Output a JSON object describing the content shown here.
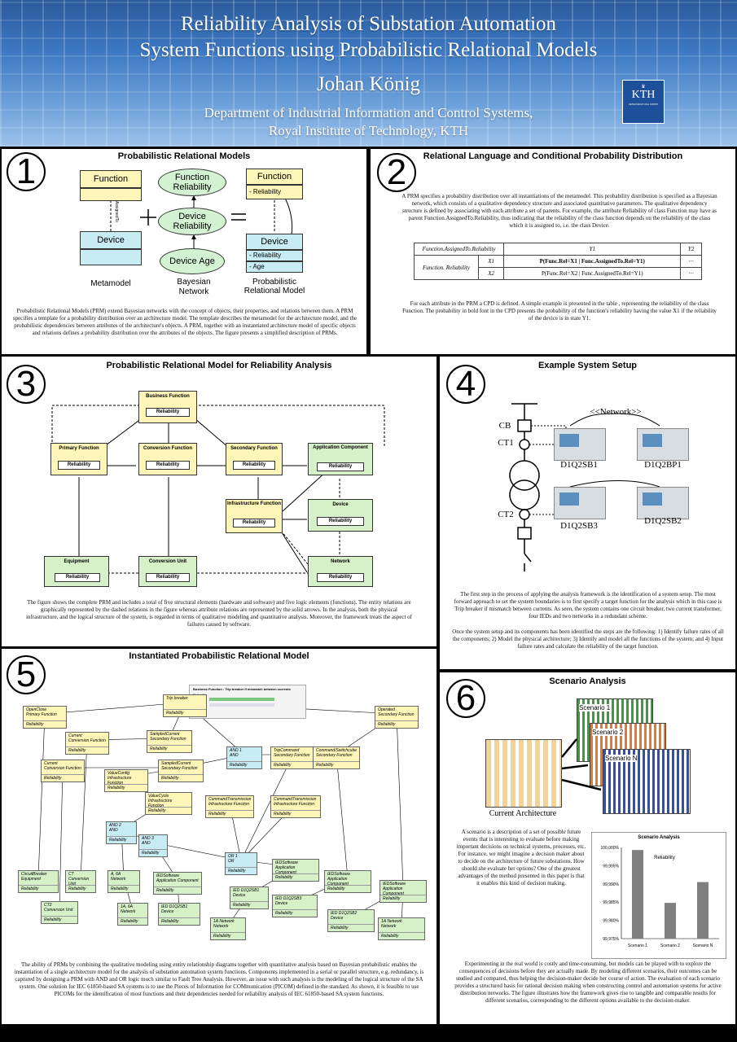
{
  "header": {
    "title_line1": "Reliability Analysis of Substation Automation",
    "title_line2": "System Functions using Probabilistic Relational Models",
    "author": "Johan König",
    "affil_line1": "Department of Industrial Information and Control Systems,",
    "affil_line2": "Royal Institute of Technology, KTH",
    "logo_text": "KTH",
    "logo_sub": "VETENSKAP OCH KONST"
  },
  "p1": {
    "num": "1",
    "title": "Probabilistic Relational Models",
    "function": "Function",
    "device": "Device",
    "assigned_to": "AssignedTo",
    "func_rel": "Function Reliability",
    "dev_rel": "Device Reliability",
    "dev_age": "Device Age",
    "reliability": "- Reliability",
    "age": "- Age",
    "cap_meta": "Metamodel",
    "cap_bn": "Bayesian Network",
    "cap_prm": "Probabilistic Relational Model",
    "text": "Probabilistic Relational Models (PRM) extend Bayesian networks with the concept of objects, their properties, and relations between them. A PRM specifies a template for a probability distribution over an architecture model. The template describes the metamodel for the architecture model, and the probabilistic dependencies between attributes of the architecture's objects. A PRM, together with an instantiated architecture model of specific objects and relations defines a probability distribution over the attributes of the objects. The figure presents a simplified description of PRMs."
  },
  "p2": {
    "num": "2",
    "title": "Relational Language and Conditional Probability Distribution",
    "text1": "A PRM specifies a probability distribution over all instantiations of the metamodel. This probability distribution is specified as a Bayesian network, which consists of a qualitative dependency structure and associated quantitative parameters. The qualitative dependency structure is defined by associating with each attribute a set of parents. For example, the attribute Reliability of class Function may have as parent Function.AssignedTo.Reliability, thus indicating that the reliability of the class function depends on the reliability of the class which it is assigned to, i.e. the class Device.",
    "table": {
      "h0": "Function.AssignedTo.Reliability",
      "h1": "Y1",
      "h2": "Y2",
      "rowlabel": "Function. Reliability",
      "x1": "X1",
      "x2": "X2",
      "c11": "P(Func.Rel=X1 | Func.AssignedTo.Rel=Y1)",
      "c21": "P(Func.Rel=X2 | Func.AssignedTo.Rel=Y1)",
      "dots": "···"
    },
    "text2": "For each attribute in the PRM a CPD is defined. A simple example is presented in the table , representing the reliability of the class Function. The probability in bold font in the CPD presents the probability of the function's reliability having the value X1 if the reliability of the device is in state Y1."
  },
  "p3": {
    "num": "3",
    "title": "Probabilistic Relational Model for Reliability Analysis",
    "rel": "Reliability",
    "business": "Business Function",
    "primary": "Primary Function",
    "conversion": "Conversion Function",
    "secondary": "Secondary Function",
    "app": "Application Component",
    "infra": "Infrastructure Function",
    "device": "Device",
    "equipment": "Equipment",
    "convunit": "Conversion Unit",
    "network": "Network",
    "text": "The figure shows the complete PRM and includes a total of five structural elements (hardware and software) and five logic elements (functions). The entity relations are graphically represented by the dashed relations in the figure whereas attribute relations are represented by the solid arrows. In the analysis, both the physical infrastructure, and the logical structure of the system, is regarded in terms of qualitative modeling and quantitative analysis. Moreover, the framework treats the aspect of failures caused by software."
  },
  "p4": {
    "num": "4",
    "title": "Example System Setup",
    "network": "<<Network>>",
    "cb": "CB",
    "ct1": "CT1",
    "ct2": "CT2",
    "ied1": "D1Q2SB1",
    "ied2": "D1Q2BP1",
    "ied3": "D1Q2SB3",
    "ied4": "D1Q2SB2",
    "text1": "The first step in the process of applying the analysis framework is the identification of a system setup. The most forward approach to set the system boundaries is to first specify a target function for the analysis which in this case is Trip breaker if mismatch between currents. As seen, the system contains one circuit breaker, two current transformer, four IEDs and two networks in a redundant scheme.",
    "text2": "Once the system setup and its components has been identified the steps are the following: 1) Identify failure rates of all the components; 2) Model the physical architecture; 3) Identify and model all the functions of the system; and 4) Input failure rates and calculate the reliability of the target function."
  },
  "p5": {
    "num": "5",
    "title": "Instantiated Probabilistic Relational Model",
    "text": "The ability of PRMs by combining the qualitative modeling using entity relationship diagrams together with quantitative analysis based on Bayesian probabilistic enables the instantiation of a single architecture model for the analysis of substation automation system functions. Components implemented in a serial or parallel structure, e.g. redundancy, is captured by designing a PRM with AND and OR logic much similar to Fault Tree Analysis. However, an issue with such analysis is the modeling of the logical structure of the SA system. One solution for IEC 61850-based SA systems is to use the Pieces of Information for COMmunication (PICOM) defined in the standard. As shown, it is feasible to use PICOMs for the identification of most functions and their dependencies needed for reliability analysis of IEC 61850-based SA system functions.",
    "popup_title": "Business Function : Trip breaker if mismatch between currents",
    "popup_sub": "Reliability",
    "popup_t": "T : 94%",
    "popup_f": "F : 6%",
    "nodes": [
      {
        "h": "Trip breaker",
        "r": "Reliability"
      },
      {
        "h": "OpenClose\nPrimary Function",
        "r": "Reliability"
      },
      {
        "h": "Operated\nSecondary Function",
        "r": "Reliability"
      },
      {
        "h": "Current\nConversion Function",
        "r": "Reliability"
      },
      {
        "h": "SampledCurrent\nSecondary Function",
        "r": "Reliability"
      },
      {
        "h": "Current\nConversion Function",
        "r": "Reliability"
      },
      {
        "h": "ValueConfig\nInfrastructure Function",
        "r": "Reliability"
      },
      {
        "h": "SampledCurrent\nSecondary Function",
        "r": "Reliability"
      },
      {
        "h": "TripCommand\nSecondary Function",
        "r": "Reliability"
      },
      {
        "h": "Command/Switchcube\nSecondary Function",
        "r": "Reliability"
      },
      {
        "h": "ValueCycle\nInfrastructure Function",
        "r": "Reliability"
      },
      {
        "h": "CommandTransmission\nInfrastructure Function",
        "r": "Reliability"
      },
      {
        "h": "CommandTransmission\nInfrastructure Function",
        "r": "Reliability"
      },
      {
        "h": "AND 1\nAND",
        "r": "Reliability"
      },
      {
        "h": "AND 2\nAND",
        "r": "Reliability"
      },
      {
        "h": "AND 3\nAND",
        "r": "Reliability"
      },
      {
        "h": "OR 1\nOR",
        "r": "Reliability"
      },
      {
        "h": "CircuitBreaker\nEquipment",
        "r": "Reliability"
      },
      {
        "h": "CT\nConversion Unit",
        "r": "Reliability"
      },
      {
        "h": "A, 6A\nNetwork",
        "r": "Reliability"
      },
      {
        "h": "IEDSoftware\nApplication Component",
        "r": "Reliability"
      },
      {
        "h": "IEDSoftware\nApplication Component",
        "r": "Reliability"
      },
      {
        "h": "IEDSoftware\nApplication Component",
        "r": "Reliability"
      },
      {
        "h": "IEDSoftware\nApplication Component",
        "r": "Reliability"
      },
      {
        "h": "CT2\nConversion Unit",
        "r": "Reliability"
      },
      {
        "h": "1A, 6A\nNetwork",
        "r": "Reliability"
      },
      {
        "h": "IED D1Q2SB1\nDevice",
        "r": "Reliability"
      },
      {
        "h": "1A Network\nNetwork",
        "r": "Reliability"
      },
      {
        "h": "IED D1Q2SB1\nDevice",
        "r": "Reliability"
      },
      {
        "h": "IED D1Q2SB3\nDevice",
        "r": "Reliability"
      },
      {
        "h": "IED D1Q2SB2\nDevice",
        "r": "Reliability"
      },
      {
        "h": "1A Network\nNetwork",
        "r": "Reliability"
      }
    ]
  },
  "p6": {
    "num": "6",
    "title": "Scenario Analysis",
    "current_arch": "Current Architecture",
    "sc1": "Scenario 1",
    "sc2": "Scenario 2",
    "scN": "Scenario N",
    "text1": "A scenario is a description of a set of possible future events that is interesting to evaluate before making important decisions on technical systems, processes, etc. For instance, we might imagine a decision maker about to decide on the architecture of future substations. How should she evaluate her options? One of the greatest advantages of the method presented in this paper is that it enables this kind of decision making.",
    "text2": "Experimenting in the real world is costly and time-consuming, but models can be played with to explore the consequences of decisions before they are actually made. By modeling different scenarios, their outcomes can be studied and compared, thus helping the decision-maker decide her course of action. The evaluation of each scenario provides a structured basis for rational decision making when constructing control and automation systems for active distribution networks. The figure illustrates how the framework gives rise to tangible and comparable results for different scenarios, corresponding to the different options available to the decision-maker."
  },
  "chart_data": {
    "type": "bar",
    "title": "Scenario Analysis",
    "categories": [
      "Scenario 1",
      "Scenario 2",
      "Scenario N"
    ],
    "series": [
      {
        "name": "Reliability",
        "values": [
          99.9993,
          99.9848,
          99.9905
        ]
      }
    ],
    "yticks": [
      "99,975%",
      "99,980%",
      "99,985%",
      "99,990%",
      "99,995%",
      "100,000%"
    ],
    "ylim": [
      99.975,
      100.0
    ],
    "bar_color": "#808080"
  }
}
